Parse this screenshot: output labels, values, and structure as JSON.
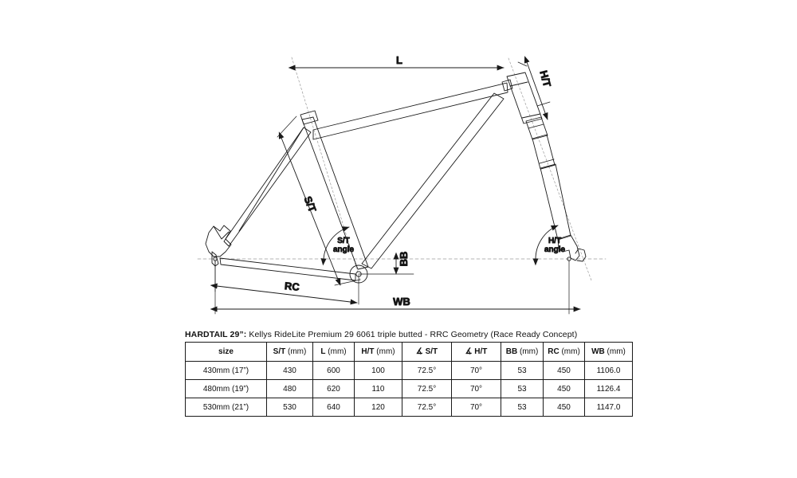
{
  "diagram": {
    "name": "bicycle-frame-geometry-drawing",
    "dimension_labels": {
      "top_tube": "L",
      "head_tube": "H/T",
      "seat_tube": "S/T",
      "seat_tube_angle_line1": "S/T",
      "seat_tube_angle_line2": "angle",
      "head_tube_angle_line1": "H/T",
      "head_tube_angle_line2": "angle",
      "bottom_bracket_drop": "BB",
      "chainstay": "RC",
      "wheelbase": "WB"
    },
    "colors": {
      "line": "#1a1a1a",
      "construction_line": "#9a9a9a",
      "background": "#ffffff"
    }
  },
  "table": {
    "title_bold": "HARDTAIL 29”:",
    "title_rest": " Kellys RideLite Premium 29 6061 triple butted - RRC Geometry  (Race Ready Concept)",
    "headers": [
      {
        "bold": "size",
        "unit": ""
      },
      {
        "bold": "S/T",
        "unit": " (mm)"
      },
      {
        "bold": "L",
        "unit": " (mm)"
      },
      {
        "bold": "H/T",
        "unit": " (mm)"
      },
      {
        "bold": "∡ S/T",
        "unit": ""
      },
      {
        "bold": "∡ H/T",
        "unit": ""
      },
      {
        "bold": "BB",
        "unit": " (mm)"
      },
      {
        "bold": "RC",
        "unit": " (mm)"
      },
      {
        "bold": "WB",
        "unit": " (mm)"
      }
    ],
    "rows": [
      {
        "size": "430mm (17”)",
        "st": "430",
        "l": "600",
        "ht": "100",
        "st_angle": "72.5°",
        "ht_angle": "70°",
        "bb": "53",
        "rc": "450",
        "wb": "1106.0"
      },
      {
        "size": "480mm (19”)",
        "st": "480",
        "l": "620",
        "ht": "110",
        "st_angle": "72.5°",
        "ht_angle": "70°",
        "bb": "53",
        "rc": "450",
        "wb": "1126.4"
      },
      {
        "size": "530mm (21”)",
        "st": "530",
        "l": "640",
        "ht": "120",
        "st_angle": "72.5°",
        "ht_angle": "70°",
        "bb": "53",
        "rc": "450",
        "wb": "1147.0"
      }
    ]
  },
  "chart_data": {
    "type": "table",
    "title": "HARDTAIL 29”: Kellys RideLite Premium 29 6061 triple butted - RRC Geometry (Race Ready Concept)",
    "columns": [
      "size",
      "S/T (mm)",
      "L (mm)",
      "H/T (mm)",
      "∡ S/T",
      "∡ H/T",
      "BB (mm)",
      "RC (mm)",
      "WB (mm)"
    ],
    "rows": [
      [
        "430mm (17”)",
        430,
        600,
        100,
        "72.5°",
        "70°",
        53,
        450,
        1106.0
      ],
      [
        "480mm (19”)",
        480,
        620,
        110,
        "72.5°",
        "70°",
        53,
        450,
        1126.4
      ],
      [
        "530mm (21”)",
        530,
        640,
        120,
        "72.5°",
        "70°",
        53,
        450,
        1147.0
      ]
    ]
  }
}
